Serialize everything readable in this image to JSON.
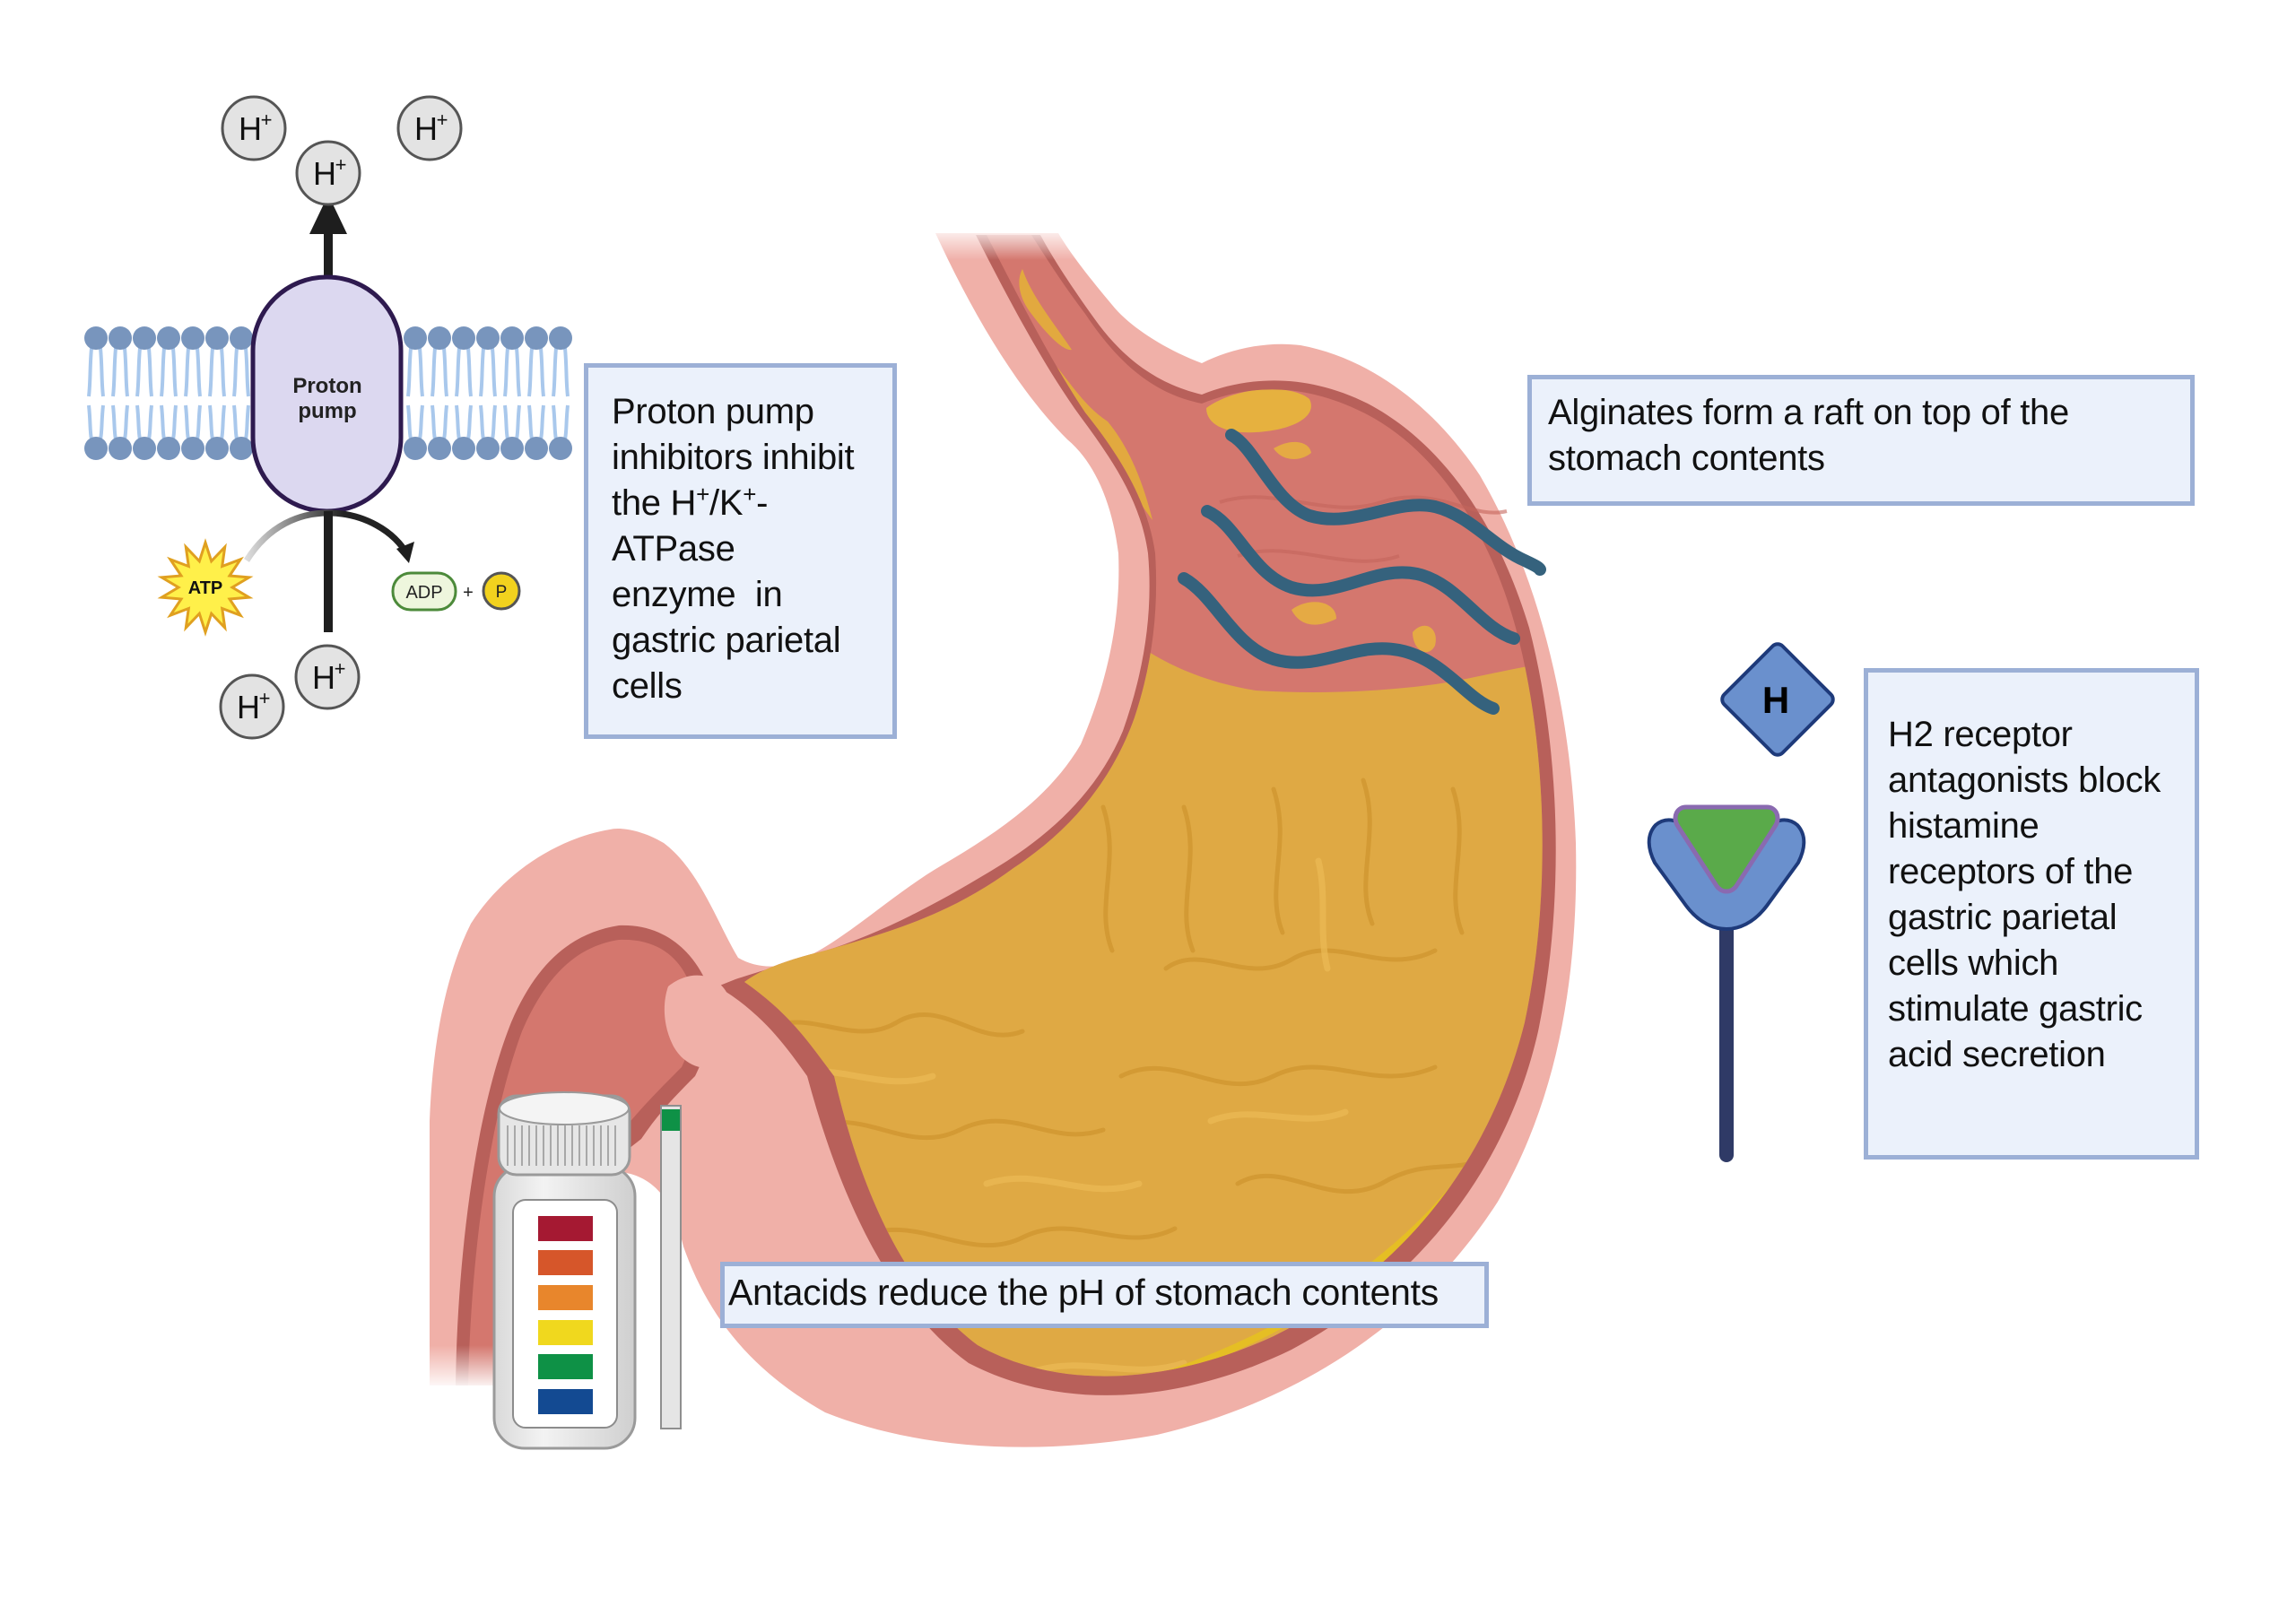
{
  "figure": {
    "title": "Pharmacological treatments for gastric acid",
    "colors": {
      "background": "#ffffff",
      "callout_fill": "#ebf1fb",
      "callout_border": "#9cb0d6",
      "stomach_outer_wall": "#f0b0a8",
      "stomach_inner_line": "#b8605a",
      "stomach_lumen": "#d4776e",
      "stomach_contents": "#dfa944",
      "alginate_raft_wave": "#35627d",
      "membrane_head": "#7895bd",
      "membrane_tail": "#a9c8ec",
      "pump_fill": "#dcd8f0",
      "pump_border": "#2e1a4f",
      "ion_fill": "#e3e3e3",
      "receptor_fill": "#6a90cd",
      "receptor_stroke": "#1e3a7a",
      "antagonist_fill": "#5aaa4a",
      "antagonist_stroke": "#8a6ab0"
    }
  },
  "proton_pump": {
    "pump_label_line1": "Proton",
    "pump_label_line2": "pump",
    "ion_label": "H",
    "ion_charge": "+",
    "atp_label": "ATP",
    "adp_label": "ADP",
    "plus": "+",
    "phosphate_label": "P"
  },
  "callouts": {
    "ppi": {
      "lines": [
        "Proton pump",
        "inhibitors inhibit",
        "the H",
        "ATPase",
        "enzyme  in",
        "gastric parietal",
        "cells"
      ],
      "line3_parts": [
        "the H",
        "+",
        "/K",
        "+",
        "-"
      ]
    },
    "alginates": {
      "text": "Alginates form a raft on top of the stomach contents"
    },
    "h2": {
      "text": "H2 receptor antagonists block histamine receptors of the gastric parietal cells which stimulate gastric acid secretion"
    },
    "antacids": {
      "text": "Antacids reduce the pH of stomach contents"
    }
  },
  "histamine": {
    "label": "H"
  },
  "ph_indicator": {
    "swatch_colors": [
      "#a51932",
      "#d6562a",
      "#e8862c",
      "#f0d81e",
      "#0e9146",
      "#134a92"
    ],
    "strip_tip_color": "#0e9146"
  }
}
